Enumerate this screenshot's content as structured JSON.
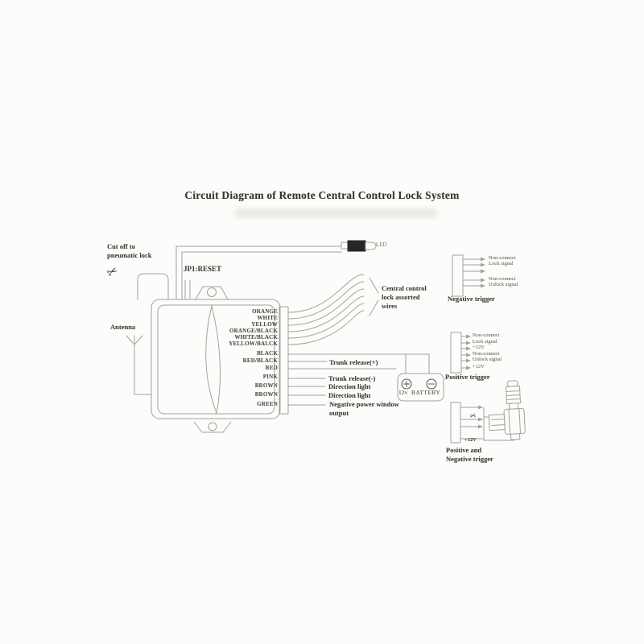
{
  "title": "Circuit Diagram of Remote Central Control Lock System",
  "annotations": {
    "cut_off_line1": "Cut off to",
    "cut_off_line2": "pneumatic lock",
    "jp1_reset": "JP1:RESET",
    "antenna": "Antenna",
    "led": "LED",
    "central_lock_line1": "Central control",
    "central_lock_line2": "lock assorted",
    "central_lock_line3": "wires"
  },
  "control_unit": {
    "wire_labels": [
      "ORANGE",
      "WHITE",
      "YELLOW",
      "ORANGE/BLACK",
      "WHITE/BLACK",
      "YELLOW/BALCK",
      "BLACK",
      "RED/BLACK",
      "RED",
      "PINK",
      "BROWN",
      "BROWN",
      "GREEN"
    ]
  },
  "outputs": {
    "trunk_release_plus": "Trunk release(+)",
    "trunk_release_minus": "Trunk release(-)",
    "direction_light_1": "Direction light",
    "direction_light_2": "Direction light",
    "power_window_line1": "Negative power window",
    "power_window_line2": "output"
  },
  "battery": {
    "voltage": "12v",
    "label": "BATTERY"
  },
  "negative_trigger": {
    "pin_labels": [
      "Non-connect",
      "Lock signal",
      "Non-connect",
      "Unlock signal"
    ],
    "label": "Negative trigger"
  },
  "positive_trigger": {
    "pin_labels": [
      "Non-connect",
      "Lock signal",
      "+12V",
      "Non-connect",
      "Unlock signal",
      "+12V"
    ],
    "label": "Positive trigger"
  },
  "pos_neg_trigger": {
    "supply": "+12V",
    "label_line1": "Positive and",
    "label_line2": "Negative trigger"
  },
  "icons": {
    "scissors": "✂",
    "cut_point": "✂"
  }
}
